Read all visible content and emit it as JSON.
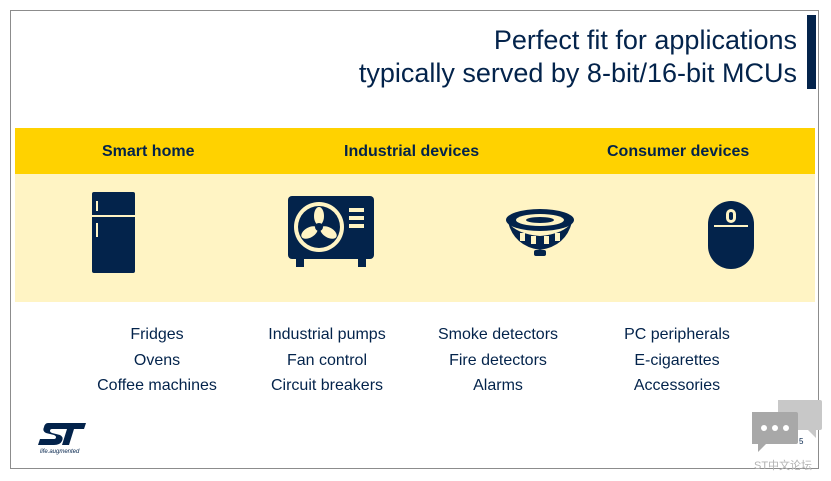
{
  "slide": {
    "title_line1": "Perfect fit for applications",
    "title_line2": "typically served by 8-bit/16-bit MCUs",
    "page_number": "5"
  },
  "categories": {
    "smart_home": "Smart home",
    "industrial": "Industrial devices",
    "consumer": "Consumer devices"
  },
  "columns": [
    {
      "items": [
        "Fridges",
        "Ovens",
        "Coffee machines"
      ]
    },
    {
      "items": [
        "Industrial pumps",
        "Fan control",
        "Circuit breakers"
      ]
    },
    {
      "items": [
        "Smoke detectors",
        "Fire detectors",
        "Alarms"
      ]
    },
    {
      "items": [
        "PC peripherals",
        "E-cigarettes",
        "Accessories"
      ]
    }
  ],
  "icons": [
    "fridge-icon",
    "fan-unit-icon",
    "smoke-detector-icon",
    "mouse-icon"
  ],
  "branding": {
    "logo_text": "ST",
    "tagline": "life.augmented",
    "forum_text": "ST中文论坛"
  },
  "colors": {
    "navy": "#03234b",
    "yellow": "#ffd200",
    "pale_yellow": "#fff4c4"
  }
}
